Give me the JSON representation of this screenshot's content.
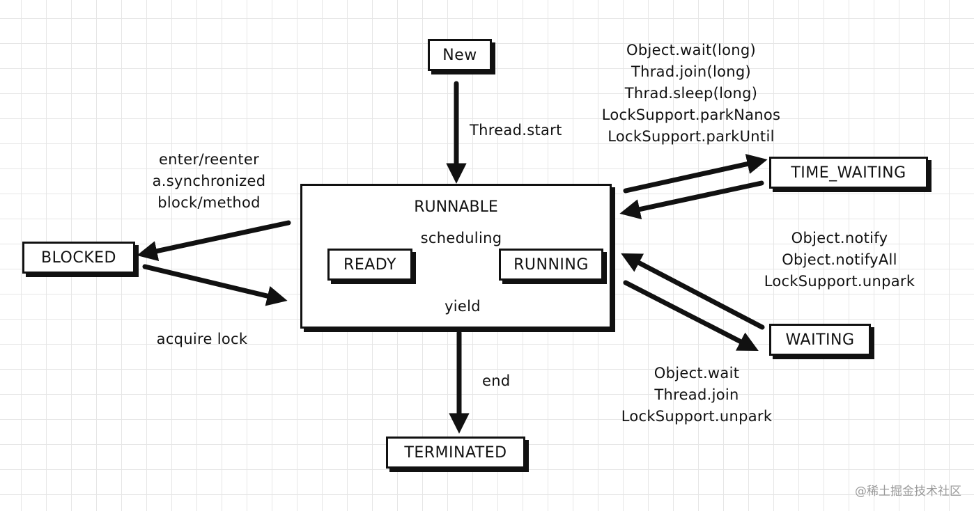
{
  "states": {
    "new": "New",
    "runnable": "RUNNABLE",
    "ready": "READY",
    "running": "RUNNING",
    "blocked": "BLOCKED",
    "time_waiting": "TIME_WAITING",
    "waiting": "WAITING",
    "terminated": "TERMINATED"
  },
  "transitions": {
    "thread_start": "Thread.start",
    "scheduling": "scheduling",
    "yield": "yield",
    "end": "end",
    "enter_sync": [
      "enter/reenter",
      "a.synchronized",
      "block/method"
    ],
    "acquire_lock": "acquire lock",
    "to_time_waiting": [
      "Object.wait(long)",
      "Thrad.join(long)",
      "Thrad.sleep(long)",
      "LockSupport.parkNanos",
      "LockSupport.parkUntil"
    ],
    "notify": [
      "Object.notify",
      "Object.notifyAll",
      "LockSupport.unpark"
    ],
    "to_waiting": [
      "Object.wait",
      "Thread.join",
      "LockSupport.unpark"
    ]
  },
  "watermark": "@稀土掘金技术社区"
}
